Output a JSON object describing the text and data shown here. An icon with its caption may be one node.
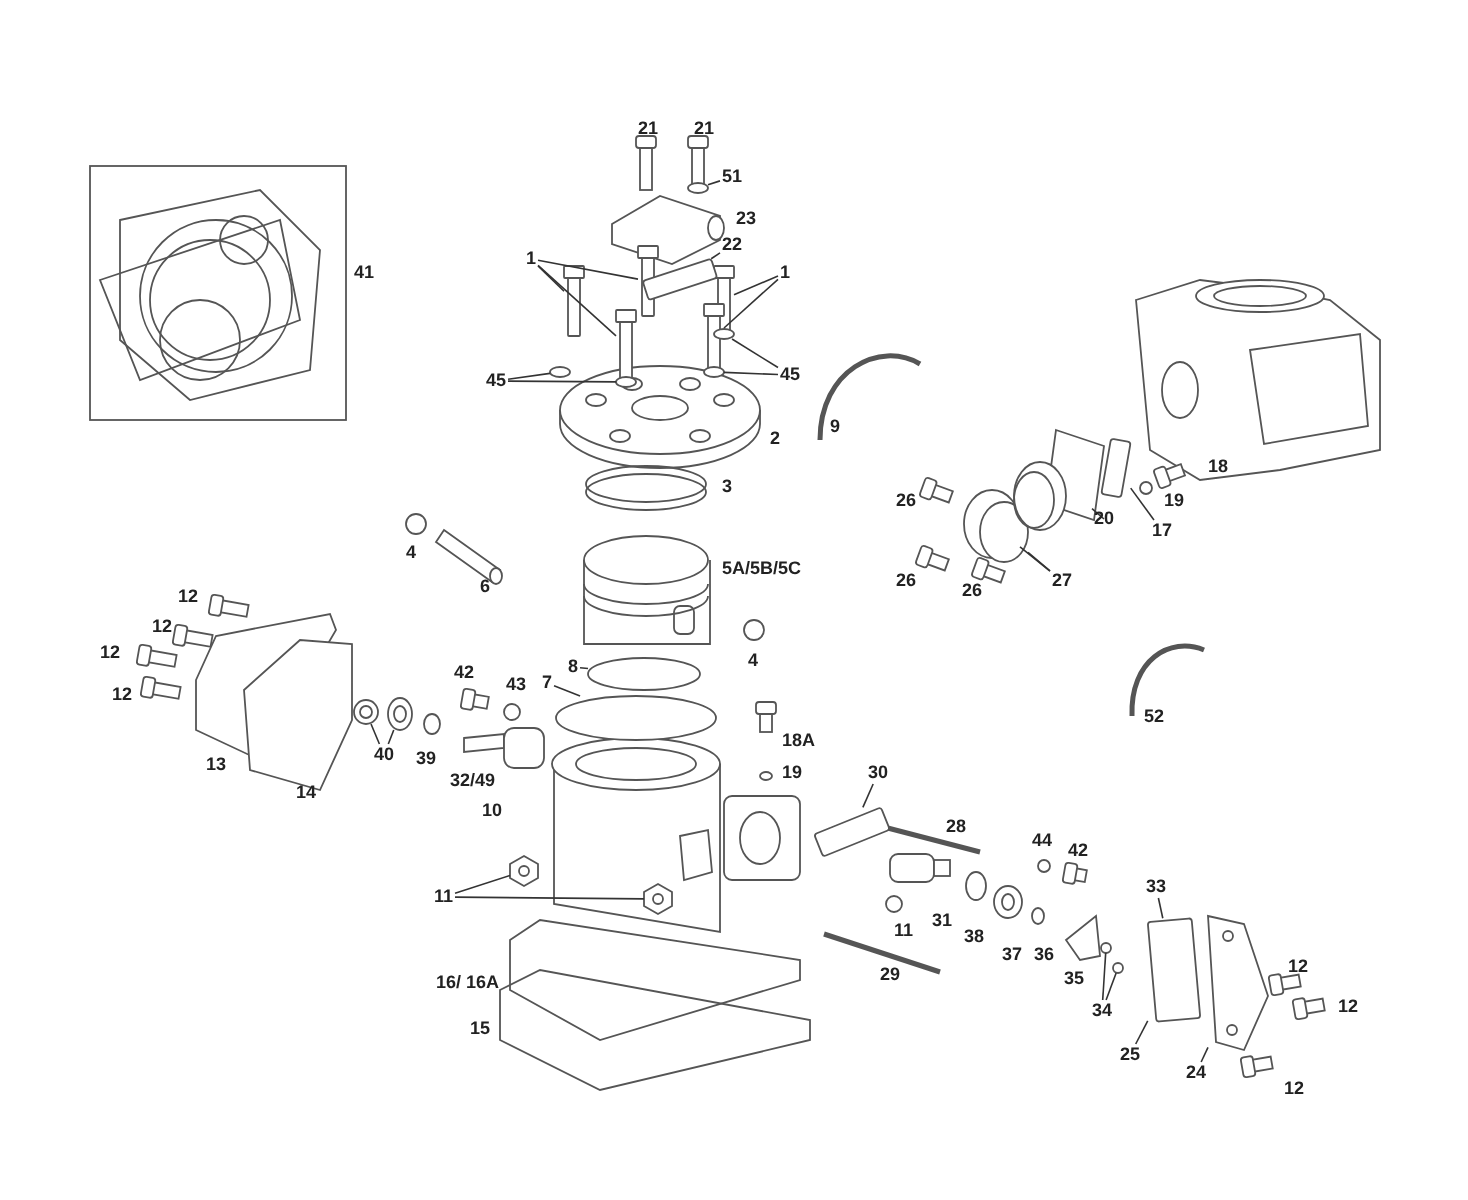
{
  "diagram": {
    "nodes": [
      {
        "text": [
          "1"
        ]
      },
      {
        "text": [
          "1"
        ]
      },
      {
        "text": [
          "45"
        ]
      },
      {
        "text": [
          "45"
        ]
      },
      {
        "text": [
          "51"
        ]
      },
      {
        "text": [
          "22"
        ]
      },
      {
        "text": [
          "27"
        ]
      },
      {
        "text": [
          "20"
        ]
      },
      {
        "text": [
          "17"
        ]
      },
      {
        "text": [
          "40"
        ]
      },
      {
        "text": [
          "11"
        ]
      },
      {
        "text": [
          "30"
        ]
      },
      {
        "text": [
          "33"
        ]
      },
      {
        "text": [
          "34"
        ]
      },
      {
        "text": [
          "25"
        ]
      },
      {
        "text": [
          "24"
        ]
      },
      {
        "text": [
          "8"
        ]
      },
      {
        "text": [
          "7"
        ]
      },
      {
        "text": [],
        "shape": "box"
      },
      {
        "text": [],
        "shape": "box"
      },
      {
        "text": [],
        "shape": "box"
      },
      {
        "text": [],
        "shape": "box"
      },
      {
        "text": [],
        "shape": "box"
      },
      {
        "text": [],
        "shape": "circle"
      },
      {
        "text": [],
        "shape": "circle"
      },
      {
        "text": [],
        "shape": "circle"
      },
      {
        "text": [],
        "shape": "circle"
      },
      {
        "text": [],
        "shape": "circle"
      },
      {
        "text": [],
        "shape": "box"
      },
      {
        "text": [],
        "shape": "circle"
      },
      {
        "text": [],
        "shape": "circle"
      },
      {
        "text": [],
        "shape": "picture"
      },
      {
        "text": [],
        "shape": "box"
      },
      {
        "text": [],
        "shape": "circle"
      },
      {
        "text": [],
        "shape": "circle"
      },
      {
        "text": [],
        "shape": "picture"
      },
      {
        "text": [],
        "shape": "picture"
      },
      {
        "text": [],
        "shape": "box"
      },
      {
        "text": [],
        "shape": "box"
      },
      {
        "text": [],
        "shape": "circle"
      },
      {
        "text": [],
        "shape": "circle"
      },
      {
        "text": [],
        "shape": "picture"
      },
      {
        "text": [],
        "shape": "circle"
      },
      {
        "text": [],
        "shape": "circle"
      }
    ],
    "edges": [
      {
        "from": 0,
        "to": 18,
        "arrow": "none"
      },
      {
        "from": 0,
        "to": 19,
        "arrow": "none"
      },
      {
        "from": 0,
        "to": 20,
        "arrow": "none"
      },
      {
        "from": 1,
        "to": 21,
        "arrow": "none"
      },
      {
        "from": 1,
        "to": 22,
        "arrow": "none"
      },
      {
        "from": 2,
        "to": 23,
        "arrow": "none"
      },
      {
        "from": 2,
        "to": 24,
        "arrow": "none"
      },
      {
        "from": 3,
        "to": 25,
        "arrow": "none"
      },
      {
        "from": 3,
        "to": 26,
        "arrow": "none"
      },
      {
        "from": 4,
        "to": 27,
        "arrow": "none"
      },
      {
        "from": 5,
        "to": 28,
        "arrow": "none"
      },
      {
        "from": 6,
        "to": 29,
        "arrow": "none"
      },
      {
        "from": 6,
        "to": 30,
        "arrow": "none"
      },
      {
        "from": 7,
        "to": 31,
        "arrow": "none"
      },
      {
        "from": 8,
        "to": 32,
        "arrow": "none"
      },
      {
        "from": 9,
        "to": 33,
        "arrow": "none"
      },
      {
        "from": 9,
        "to": 34,
        "arrow": "none"
      },
      {
        "from": 10,
        "to": 35,
        "arrow": "none"
      },
      {
        "from": 10,
        "to": 36,
        "arrow": "none"
      },
      {
        "from": 11,
        "to": 37,
        "arrow": "none"
      },
      {
        "from": 12,
        "to": 38,
        "arrow": "none"
      },
      {
        "from": 13,
        "to": 39,
        "arrow": "none"
      },
      {
        "from": 13,
        "to": 40,
        "arrow": "none"
      },
      {
        "from": 14,
        "to": 38,
        "arrow": "none"
      },
      {
        "from": 15,
        "to": 41,
        "arrow": "none"
      },
      {
        "from": 16,
        "to": 42,
        "arrow": "none"
      },
      {
        "from": 17,
        "to": 43,
        "arrow": "none"
      }
    ],
    "labels": [
      "21",
      "21",
      "23",
      "41",
      "2",
      "9",
      "3",
      "4",
      "6",
      "5A/5B/5C",
      "26",
      "26",
      "26",
      "18",
      "19",
      "12",
      "12",
      "12",
      "12",
      "13",
      "14",
      "39",
      "42",
      "43",
      "32/49",
      "18A",
      "19",
      "10",
      "4",
      "52",
      "28",
      "44",
      "42",
      "31",
      "38",
      "37",
      "36",
      "35",
      "29",
      "11",
      "12",
      "12",
      "12",
      "16/ 16A",
      "15"
    ]
  }
}
